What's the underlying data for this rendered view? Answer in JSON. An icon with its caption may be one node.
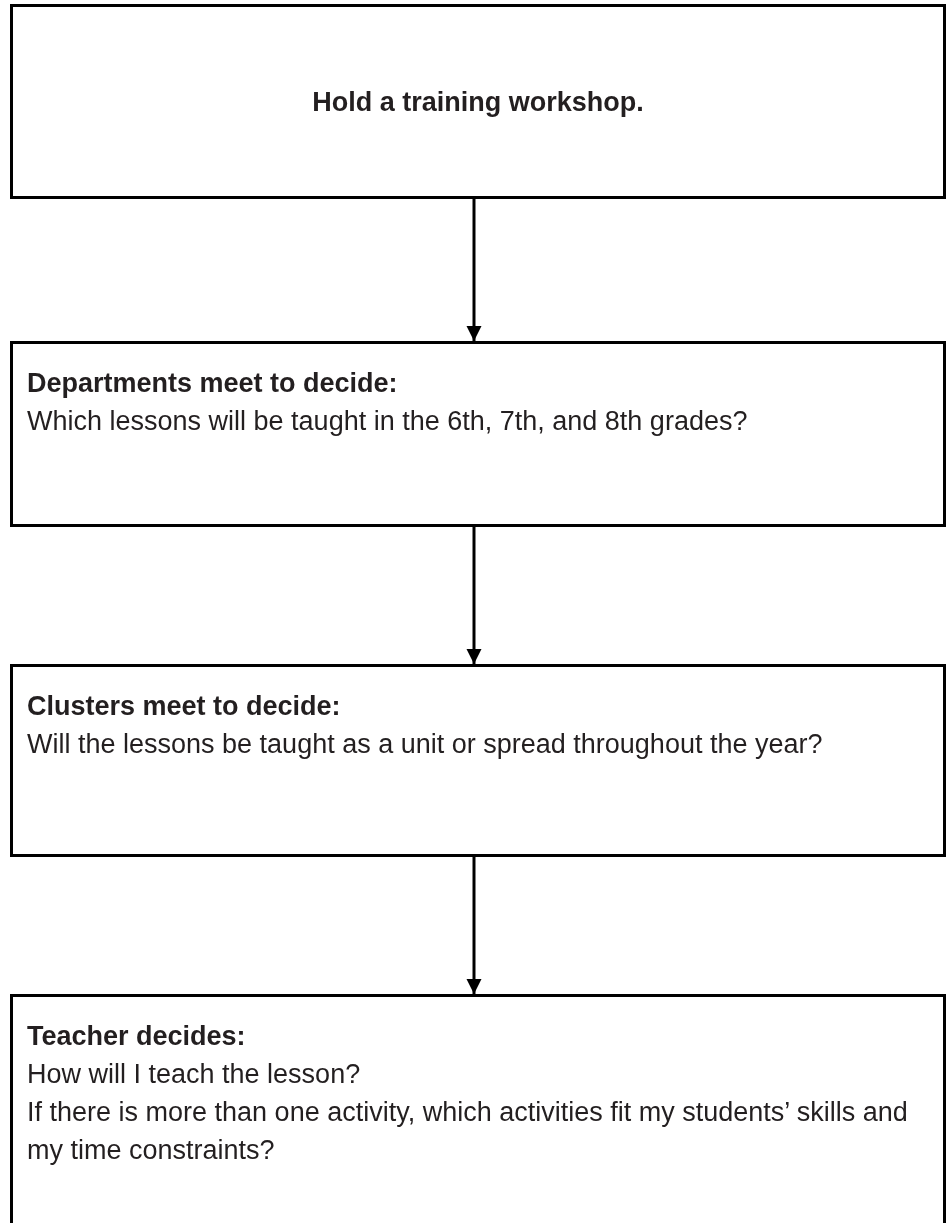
{
  "diagram": {
    "nodes": [
      {
        "text": [
          "Hold a training workshop."
        ]
      },
      {
        "text": [
          "Departments meet to decide:",
          "Which lessons will be taught in the 6th, 7th, and 8th grades?"
        ]
      },
      {
        "text": [
          "Clusters meet to decide:",
          "Will the lessons be taught as a unit or spread throughout the year?"
        ]
      },
      {
        "text": [
          "Teacher decides:",
          "How will I teach the lesson?",
          "If there is more than one activity, which activities fit my students’ skills and my time constraints?"
        ]
      }
    ],
    "edges": [
      {
        "from": 0,
        "to": 1,
        "arrow": "to"
      },
      {
        "from": 1,
        "to": 2,
        "arrow": "to"
      },
      {
        "from": 2,
        "to": 3,
        "arrow": "to"
      }
    ]
  }
}
